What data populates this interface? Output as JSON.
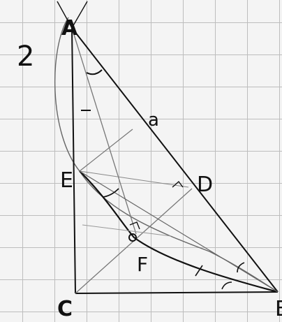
{
  "problem_number": "2",
  "points": {
    "A": "A",
    "E": "E",
    "C": "C",
    "B": "B",
    "D": "D",
    "F": "F"
  },
  "side_marks": {
    "AB": "a"
  },
  "colors": {
    "ink": "#111111",
    "grid": "#bdbdbd",
    "paper": "#f4f4f4",
    "pencil": "#666666"
  }
}
